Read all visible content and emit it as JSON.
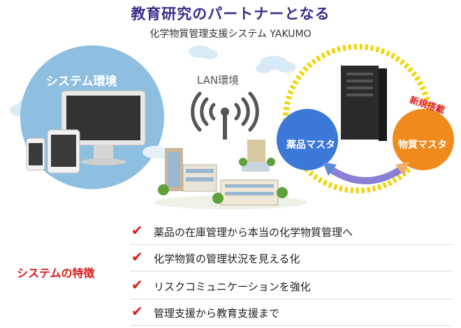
{
  "header": {
    "title": "教育研究のパートナーとなる",
    "subtitle": "化学物質管理支援システム YAKUMO"
  },
  "diagram": {
    "system_env_label": "システム環境",
    "lan_label": "LAN環境",
    "new_badge": "新規搭載",
    "yakuhin_master": "薬品マスタ",
    "busshitsu_master": "物質マスタ"
  },
  "features": {
    "title": "システムの特徴",
    "items": [
      "薬品の在庫管理から本当の化学物質管理へ",
      "化学物質の管理状況を見える化",
      "リスクコミュニケーションを強化",
      "管理支援から教育支援まで"
    ]
  },
  "colors": {
    "title": "#3a2e8c",
    "accent_red": "#d91a1a",
    "blue_circle": "#3b78d8",
    "orange_circle": "#f08a1c",
    "dotted_ring": "#f5d400",
    "env_circle": "#8fbfe0"
  }
}
